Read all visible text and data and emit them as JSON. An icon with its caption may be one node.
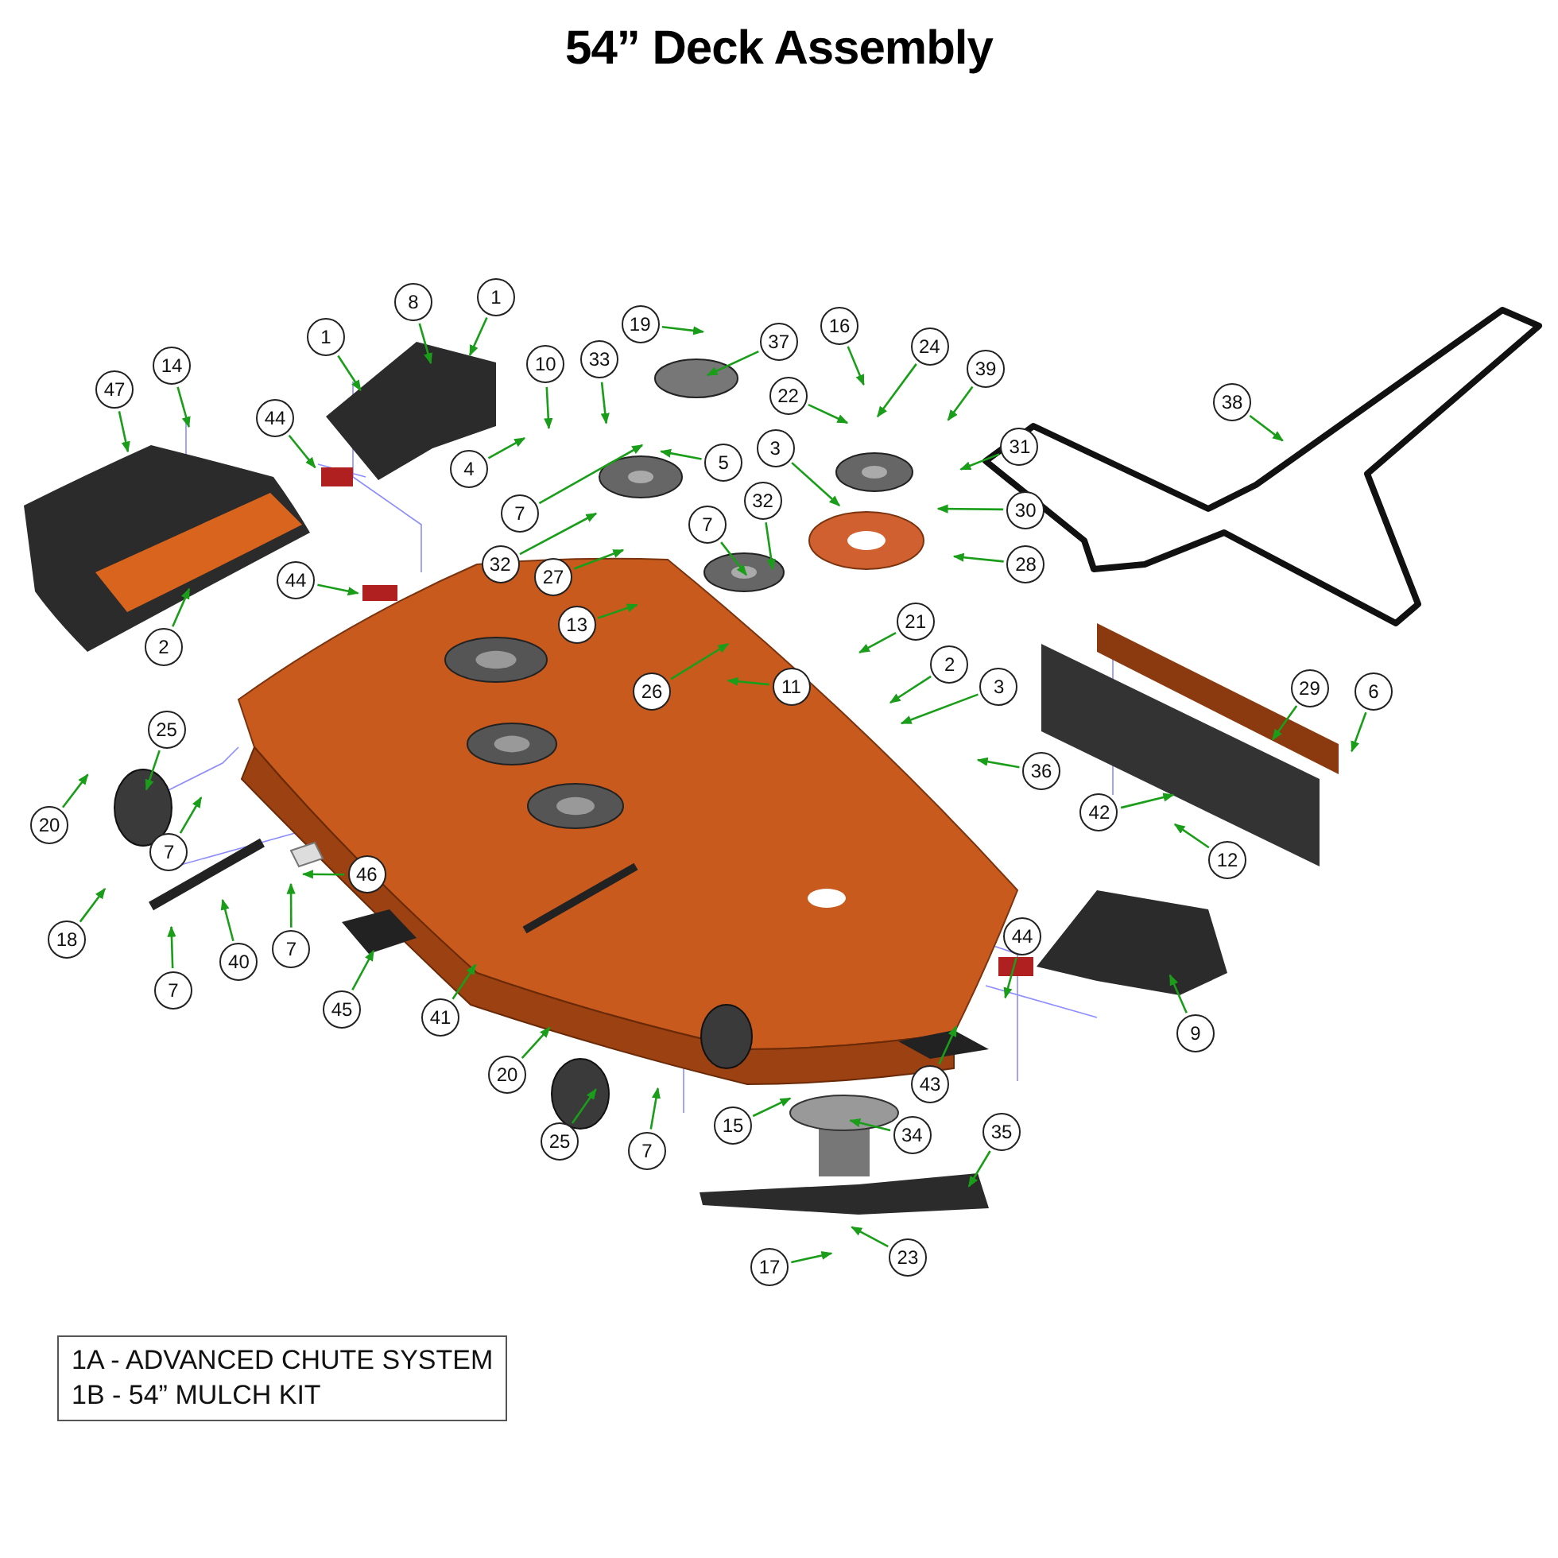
{
  "diagram": {
    "title": "54” Deck Assembly",
    "nodes": [
      {
        "text": [
          "1"
        ]
      },
      {
        "text": [
          "8"
        ]
      },
      {
        "text": [
          "1"
        ]
      },
      {
        "text": [
          "14"
        ]
      },
      {
        "text": [
          "47"
        ]
      },
      {
        "text": [
          "44"
        ]
      },
      {
        "text": [
          "4"
        ]
      },
      {
        "text": [
          "10"
        ]
      },
      {
        "text": [
          "33"
        ]
      },
      {
        "text": [
          "19"
        ]
      },
      {
        "text": [
          "37"
        ]
      },
      {
        "text": [
          "7"
        ]
      },
      {
        "text": [
          "5"
        ]
      },
      {
        "text": [
          "3"
        ]
      },
      {
        "text": [
          "32"
        ]
      },
      {
        "text": [
          "7"
        ]
      },
      {
        "text": [
          "32"
        ]
      },
      {
        "text": [
          "27"
        ]
      },
      {
        "text": [
          "13"
        ]
      },
      {
        "text": [
          "26"
        ]
      },
      {
        "text": [
          "11"
        ]
      },
      {
        "text": [
          "44"
        ]
      },
      {
        "text": [
          "2"
        ]
      },
      {
        "text": [
          "16"
        ]
      },
      {
        "text": [
          "22"
        ]
      },
      {
        "text": [
          "24"
        ]
      },
      {
        "text": [
          "39"
        ]
      },
      {
        "text": [
          "31"
        ]
      },
      {
        "text": [
          "30"
        ]
      },
      {
        "text": [
          "28"
        ]
      },
      {
        "text": [
          "38"
        ]
      },
      {
        "text": [
          "21"
        ]
      },
      {
        "text": [
          "2"
        ]
      },
      {
        "text": [
          "3"
        ]
      },
      {
        "text": [
          "36"
        ]
      },
      {
        "text": [
          "29"
        ]
      },
      {
        "text": [
          "6"
        ]
      },
      {
        "text": [
          "42"
        ]
      },
      {
        "text": [
          "12"
        ]
      },
      {
        "text": [
          "25"
        ]
      },
      {
        "text": [
          "20"
        ]
      },
      {
        "text": [
          "7"
        ]
      },
      {
        "text": [
          "18"
        ]
      },
      {
        "text": [
          "40"
        ]
      },
      {
        "text": [
          "7"
        ]
      },
      {
        "text": [
          "46"
        ]
      },
      {
        "text": [
          "45"
        ]
      },
      {
        "text": [
          "7"
        ]
      },
      {
        "text": [
          "41"
        ]
      },
      {
        "text": [
          "20"
        ]
      },
      {
        "text": [
          "25"
        ]
      },
      {
        "text": [
          "7"
        ]
      },
      {
        "text": [
          "44"
        ]
      },
      {
        "text": [
          "9"
        ]
      },
      {
        "text": [
          "43"
        ]
      },
      {
        "text": [
          "15"
        ]
      },
      {
        "text": [
          "34"
        ]
      },
      {
        "text": [
          "35"
        ]
      },
      {
        "text": [
          "23"
        ]
      },
      {
        "text": [
          "17"
        ]
      },
      {
        "text": [
          "1A - ADVANCED CHUTE SYSTEM",
          "1B - 54” MULCH KIT"
        ]
      }
    ],
    "edges": [
      {
        "from": 0,
        "to": null,
        "arrow": "to"
      },
      {
        "from": 1,
        "to": null,
        "arrow": "to"
      },
      {
        "from": 2,
        "to": null,
        "arrow": "to"
      },
      {
        "from": 3,
        "to": null,
        "arrow": "to"
      },
      {
        "from": 4,
        "to": null,
        "arrow": "to"
      },
      {
        "from": 5,
        "to": null,
        "arrow": "to"
      },
      {
        "from": 6,
        "to": null,
        "arrow": "to"
      },
      {
        "from": 7,
        "to": null,
        "arrow": "to"
      },
      {
        "from": 8,
        "to": null,
        "arrow": "to"
      },
      {
        "from": 9,
        "to": null,
        "arrow": "to"
      },
      {
        "from": 10,
        "to": null,
        "arrow": "to"
      },
      {
        "from": 11,
        "to": null,
        "arrow": "to"
      },
      {
        "from": 12,
        "to": null,
        "arrow": "to"
      },
      {
        "from": 13,
        "to": null,
        "arrow": "to"
      },
      {
        "from": 14,
        "to": null,
        "arrow": "to"
      },
      {
        "from": 15,
        "to": null,
        "arrow": "to"
      },
      {
        "from": 16,
        "to": null,
        "arrow": "to"
      },
      {
        "from": 17,
        "to": null,
        "arrow": "to"
      },
      {
        "from": 18,
        "to": null,
        "arrow": "to"
      },
      {
        "from": 19,
        "to": null,
        "arrow": "to"
      },
      {
        "from": 20,
        "to": null,
        "arrow": "to"
      },
      {
        "from": 21,
        "to": null,
        "arrow": "to"
      },
      {
        "from": 22,
        "to": null,
        "arrow": "to"
      },
      {
        "from": 23,
        "to": null,
        "arrow": "to"
      },
      {
        "from": 24,
        "to": null,
        "arrow": "to"
      },
      {
        "from": 25,
        "to": null,
        "arrow": "to"
      },
      {
        "from": 26,
        "to": null,
        "arrow": "to"
      },
      {
        "from": 27,
        "to": null,
        "arrow": "to"
      },
      {
        "from": 28,
        "to": null,
        "arrow": "to"
      },
      {
        "from": 29,
        "to": null,
        "arrow": "to"
      },
      {
        "from": 30,
        "to": null,
        "arrow": "to"
      },
      {
        "from": 31,
        "to": null,
        "arrow": "to"
      },
      {
        "from": 32,
        "to": null,
        "arrow": "to"
      },
      {
        "from": 33,
        "to": null,
        "arrow": "to"
      },
      {
        "from": 34,
        "to": null,
        "arrow": "to"
      },
      {
        "from": 35,
        "to": null,
        "arrow": "to"
      },
      {
        "from": 36,
        "to": null,
        "arrow": "to"
      },
      {
        "from": 37,
        "to": null,
        "arrow": "to"
      },
      {
        "from": 38,
        "to": null,
        "arrow": "to"
      },
      {
        "from": 39,
        "to": null,
        "arrow": "to"
      },
      {
        "from": 40,
        "to": null,
        "arrow": "to"
      },
      {
        "from": 41,
        "to": null,
        "arrow": "to"
      },
      {
        "from": 42,
        "to": null,
        "arrow": "to"
      },
      {
        "from": 43,
        "to": null,
        "arrow": "to"
      },
      {
        "from": 44,
        "to": null,
        "arrow": "to"
      },
      {
        "from": 45,
        "to": null,
        "arrow": "to"
      },
      {
        "from": 46,
        "to": null,
        "arrow": "to"
      },
      {
        "from": 47,
        "to": null,
        "arrow": "to"
      },
      {
        "from": 48,
        "to": null,
        "arrow": "to"
      },
      {
        "from": 49,
        "to": null,
        "arrow": "to"
      },
      {
        "from": 50,
        "to": null,
        "arrow": "to"
      },
      {
        "from": 51,
        "to": null,
        "arrow": "to"
      },
      {
        "from": 52,
        "to": null,
        "arrow": "to"
      },
      {
        "from": 53,
        "to": null,
        "arrow": "to"
      },
      {
        "from": 54,
        "to": null,
        "arrow": "to"
      },
      {
        "from": 55,
        "to": null,
        "arrow": "to"
      },
      {
        "from": 56,
        "to": null,
        "arrow": "to"
      },
      {
        "from": 57,
        "to": null,
        "arrow": "to"
      },
      {
        "from": 58,
        "to": null,
        "arrow": "to"
      },
      {
        "from": 59,
        "to": null,
        "arrow": "to"
      }
    ]
  }
}
